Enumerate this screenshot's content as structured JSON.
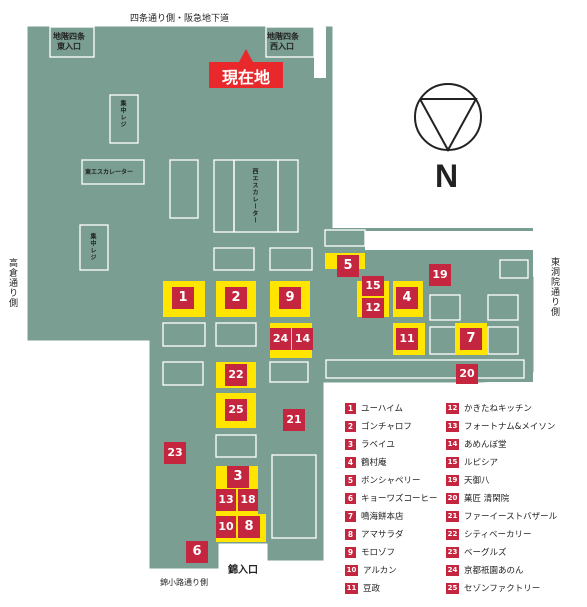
{
  "colors": {
    "floor": "#7a9e92",
    "floor_line": "#ffffff",
    "highlight": "#ffe500",
    "marker": "#c4263f",
    "current": "#e8282b",
    "text": "#222222"
  },
  "labels": {
    "top_street": "四条通り側・阪急地下道",
    "left_street": "高倉通り側",
    "right_street": "東洞院通り側",
    "bottom_street": "錦小路通り側",
    "east_entrance_top": "地階四条",
    "east_entrance_bottom": "東入口",
    "west_entrance_top": "地階四条",
    "west_entrance_bottom": "西入口",
    "current_location": "現在地",
    "register1": "集中レジ",
    "register2": "集中レジ",
    "east_escalator": "東エスカレーター",
    "west_escalator": "西エスカレーター",
    "nishiki_entrance": "錦入口",
    "north": "N"
  },
  "shops": [
    {
      "num": "1",
      "name": "ユーハイム"
    },
    {
      "num": "2",
      "name": "ゴンチャロフ"
    },
    {
      "num": "3",
      "name": "ラベイユ"
    },
    {
      "num": "4",
      "name": "鶴村庵"
    },
    {
      "num": "5",
      "name": "ボンシャペリー"
    },
    {
      "num": "6",
      "name": "キョーワズコーヒー"
    },
    {
      "num": "7",
      "name": "鳴海餅本店"
    },
    {
      "num": "8",
      "name": "アマサラダ"
    },
    {
      "num": "9",
      "name": "モロゾフ"
    },
    {
      "num": "10",
      "name": "アルカン"
    },
    {
      "num": "11",
      "name": "豆政"
    },
    {
      "num": "12",
      "name": "かきたねキッチン"
    },
    {
      "num": "13",
      "name": "フォートナム&メイソン"
    },
    {
      "num": "14",
      "name": "あめんぼ堂"
    },
    {
      "num": "15",
      "name": "ルピシア"
    },
    {
      "num": "19",
      "name": "天御八"
    },
    {
      "num": "20",
      "name": "菓匠 清閑院"
    },
    {
      "num": "21",
      "name": "ファーイーストバザール"
    },
    {
      "num": "22",
      "name": "シティベーカリー"
    },
    {
      "num": "23",
      "name": "ベーグルズ"
    },
    {
      "num": "24",
      "name": "京都祇園あのん"
    },
    {
      "num": "25",
      "name": "セゾンファクトリー"
    }
  ]
}
